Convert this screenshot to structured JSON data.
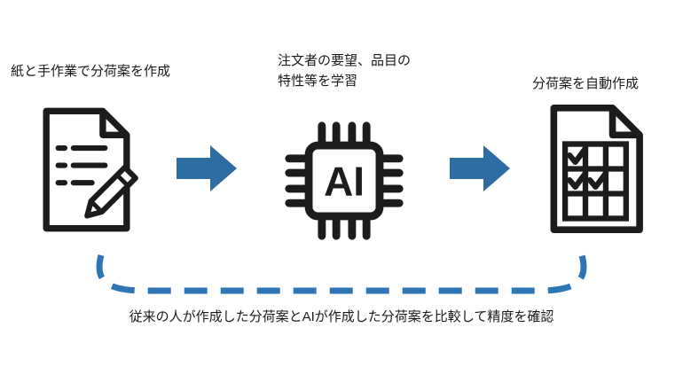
{
  "diagram": {
    "steps": [
      {
        "icon": "document-pencil-icon",
        "label": "紙と手作業で分荷案を作成"
      },
      {
        "icon": "ai-chip-icon",
        "label": "注文者の要望、品目の\n特性等を学習"
      },
      {
        "icon": "checklist-grid-icon",
        "label": "分荷案を自動作成"
      }
    ],
    "ai_text": "AI",
    "bottom_note": "従来の人が作成した分荷案とAIが作成した分荷案を比較して精度を確認",
    "colors": {
      "arrow": "#2E6DA4",
      "dash": "#2E75B6",
      "icon": "#1c1c1c"
    }
  }
}
